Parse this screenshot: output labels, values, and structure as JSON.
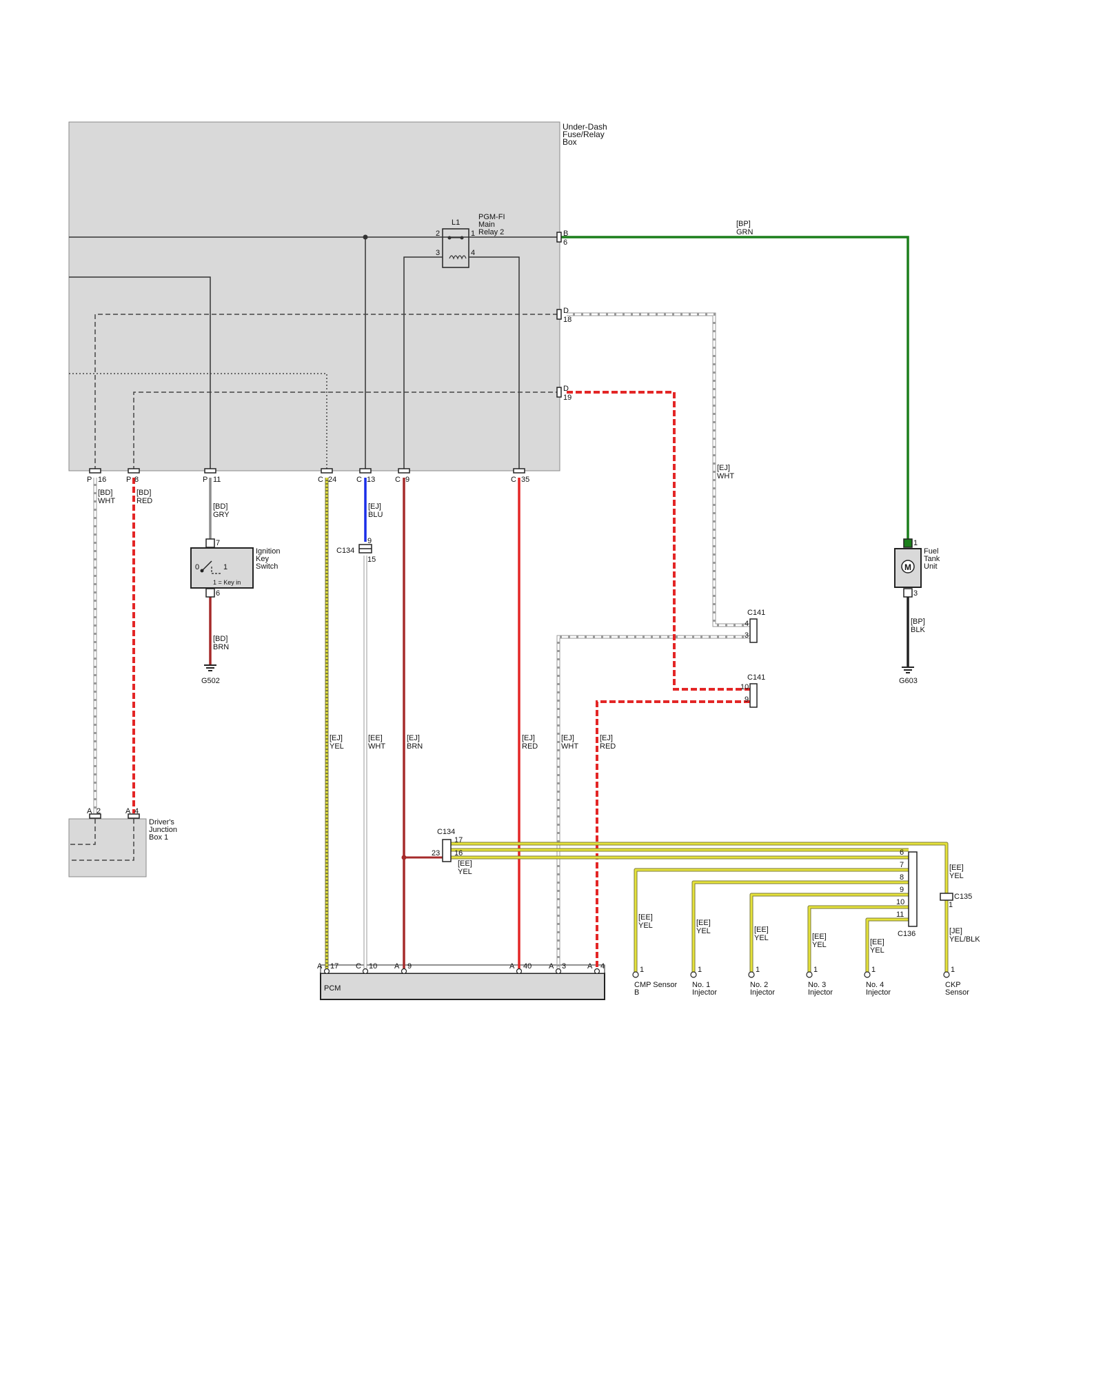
{
  "colors": {
    "box_fill": "#d9d9d9",
    "wire_black": "#333333",
    "wire_green": "#1b7f1b",
    "wire_red": "#e32626",
    "wire_brown": "#a52a2a",
    "wire_blue": "#1a2ee8",
    "wire_gray": "#8c8c8c",
    "wire_white": "#c8c8c8",
    "wire_yellow": "#e5e23a",
    "wire_yellow_outline": "#7a7a3a"
  },
  "boxes": {
    "fuse_box": "Under-Dash Fuse/Relay Box",
    "relay": {
      "id": "L1",
      "name": "PGM-FI Main Relay 2",
      "pins": [
        "2",
        "1",
        "3",
        "4"
      ]
    },
    "junction_box": "Driver's Junction Box 1",
    "ignition": "Ignition Key Switch",
    "ignition_note": "1 = Key in",
    "ignition_pins": [
      "7",
      "0",
      "1",
      "6"
    ],
    "fuel_tank": "Fuel Tank Unit",
    "fuel_pins": [
      "1",
      "3"
    ],
    "pcm": "PCM"
  },
  "fuse_pins": {
    "right": [
      "B",
      "6",
      "D",
      "18",
      "D",
      "19"
    ],
    "bottom": [
      "P",
      "16",
      "P",
      "8",
      "P",
      "11",
      "C",
      "24",
      "C",
      "13",
      "C",
      "9",
      "C",
      "35"
    ]
  },
  "junction_pins": [
    "A",
    "2",
    "A",
    "4"
  ],
  "pcm_pins": [
    "A",
    "17",
    "C",
    "10",
    "A",
    "9",
    "A",
    "40",
    "A",
    "3",
    "A",
    "4"
  ],
  "connectors": {
    "c134_upper": {
      "name": "C134",
      "pins": [
        "9",
        "15"
      ]
    },
    "c141_upper": {
      "name": "C141",
      "pins": [
        "4",
        "3"
      ]
    },
    "c141_lower": {
      "name": "C141",
      "pins": [
        "10",
        "9"
      ]
    },
    "c134_lower": {
      "name": "C134",
      "pins": [
        "17",
        "23",
        "16"
      ]
    },
    "c136": {
      "name": "C136",
      "pins": [
        "6",
        "7",
        "8",
        "9",
        "10",
        "11"
      ]
    },
    "c135": {
      "name": "C135",
      "pins": [
        "1"
      ]
    }
  },
  "grounds": [
    "G502",
    "G603"
  ],
  "wire_labels": {
    "bp_grn": "[BP] GRN",
    "bd_wht": "[BD] WHT",
    "bd_red": "[BD] RED",
    "bd_gry": "[BD] GRY",
    "bd_brn": "[BD] BRN",
    "ej_blu": "[EJ] BLU",
    "ej_wht_d18": "[EJ] WHT",
    "bp_blk": "[BP] BLK",
    "ej_yel": "[EJ] YEL",
    "ee_wht": "[EE] WHT",
    "ej_brn": "[EJ] BRN",
    "ej_red": "[EJ] RED",
    "ej_wht": "[EJ] WHT",
    "ej_red2": "[EJ] RED",
    "ee_yel_c134": "[EE] YEL",
    "ee_yel_c135": "[EE] YEL",
    "je_yelblk": "[JE] YEL/BLK",
    "ee_yel_cmp": "[EE] YEL",
    "ee_yel_inj1": "[EE] YEL",
    "ee_yel_inj2": "[EE] YEL",
    "ee_yel_inj3": "[EE] YEL",
    "ee_yel_inj4": "[EE] YEL"
  },
  "sensors": [
    {
      "name": "CMP Sensor B",
      "pin": "1"
    },
    {
      "name": "No. 1 Injector",
      "pin": "1"
    },
    {
      "name": "No. 2 Injector",
      "pin": "1"
    },
    {
      "name": "No. 3 Injector",
      "pin": "1"
    },
    {
      "name": "No. 4 Injector",
      "pin": "1"
    },
    {
      "name": "CKP Sensor",
      "pin": "1"
    }
  ]
}
